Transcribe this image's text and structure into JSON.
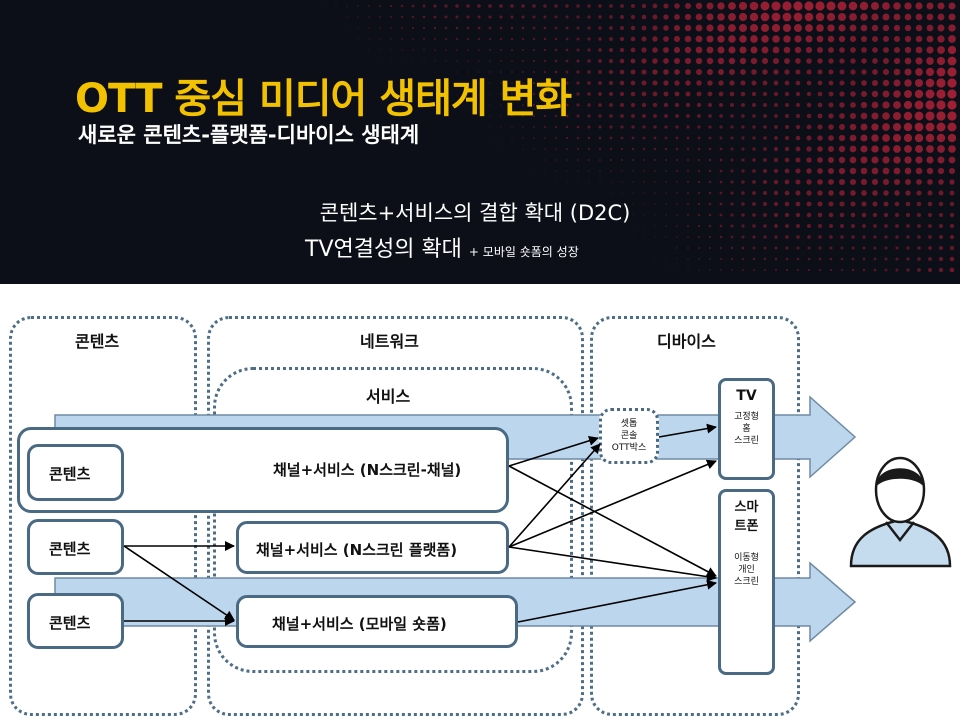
{
  "header": {
    "title": "OTT 중심 미디어 생태계 변화",
    "subtitle": "새로운 콘텐츠-플랫폼-디바이스 생태계",
    "line1": "콘텐츠+서비스의 결합 확대 (D2C)",
    "line2_main": "TV연결성의 확대",
    "line2_small": "+ 모바일 숏폼의 성장"
  },
  "groups": {
    "contents": "콘텐츠",
    "network": "네트워크",
    "service": "서비스",
    "device": "디바이스"
  },
  "contents_nodes": [
    "콘텐츠",
    "콘텐츠",
    "콘텐츠"
  ],
  "service_nodes": [
    "채널+서비스 (N스크린-채널)",
    "채널+서비스 (N스크린 플랫폼)",
    "채널+서비스 (모바일 숏폼)"
  ],
  "settop": [
    "셋톱",
    "콘솔",
    "OTT박스"
  ],
  "tv": {
    "title": "TV",
    "desc": [
      "고정형",
      "홈",
      "스크린"
    ]
  },
  "smartphone": {
    "title": [
      "스마",
      "트폰"
    ],
    "desc": [
      "이동형",
      "개인",
      "스크린"
    ]
  },
  "colors": {
    "header_bg": "#0d0f18",
    "title": "#f2c200",
    "band": "#bcd6ee",
    "border": "#4a6a83",
    "dots": "#c0233a"
  },
  "icons": {
    "user": "user-icon"
  }
}
